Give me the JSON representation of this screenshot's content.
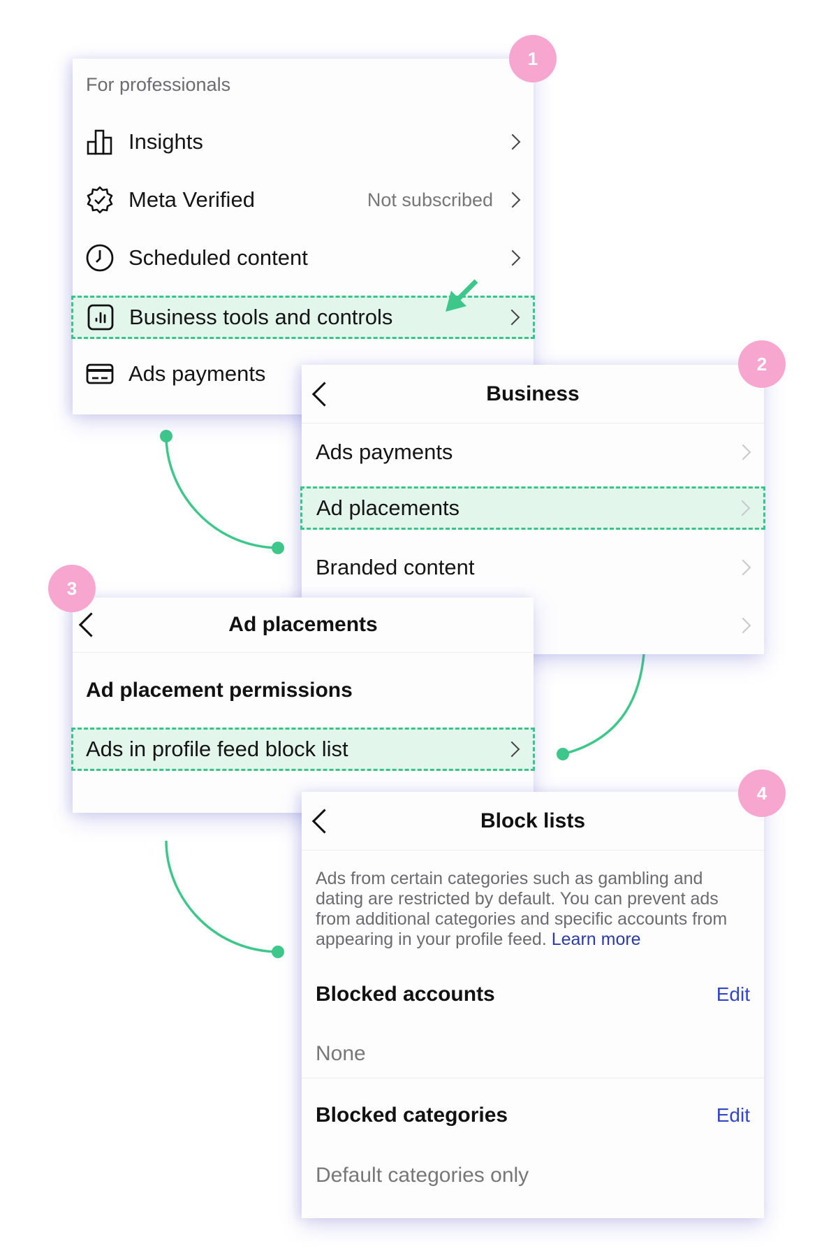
{
  "colors": {
    "highlight_bg": "#e3f6ec",
    "highlight_border": "#38c48a",
    "connector": "#3ec78a",
    "badge": "#f7a6cf",
    "link": "#2b3aa8",
    "edit": "#3346c8"
  },
  "steps": [
    {
      "number": "1"
    },
    {
      "number": "2"
    },
    {
      "number": "3"
    },
    {
      "number": "4"
    }
  ],
  "panel1": {
    "section_label": "For professionals",
    "items": [
      {
        "label": "Insights",
        "icon": "bar-chart-icon",
        "value": ""
      },
      {
        "label": "Meta Verified",
        "icon": "verified-badge-icon",
        "value": "Not subscribed"
      },
      {
        "label": "Scheduled content",
        "icon": "clock-icon",
        "value": ""
      },
      {
        "label": "Business tools and controls",
        "icon": "chart-square-icon",
        "value": "",
        "highlighted": true
      },
      {
        "label": "Ads payments",
        "icon": "credit-card-icon",
        "value": ""
      }
    ]
  },
  "panel2": {
    "title": "Business",
    "items": [
      {
        "label": "Ads payments"
      },
      {
        "label": "Ad placements",
        "highlighted": true
      },
      {
        "label": "Branded content"
      },
      {
        "label": ""
      }
    ]
  },
  "panel3": {
    "title": "Ad placements",
    "section_heading": "Ad placement permissions",
    "items": [
      {
        "label": "Ads in profile feed block list",
        "highlighted": true
      }
    ]
  },
  "panel4": {
    "title": "Block lists",
    "description": "Ads from certain categories such as gambling and dating are restricted by default. You can prevent ads from additional categories and specific accounts from appearing in your profile feed.",
    "learn_more": "Learn more",
    "sections": [
      {
        "heading": "Blocked accounts",
        "action": "Edit",
        "value": "None"
      },
      {
        "heading": "Blocked categories",
        "action": "Edit",
        "value": "Default categories only"
      }
    ]
  }
}
